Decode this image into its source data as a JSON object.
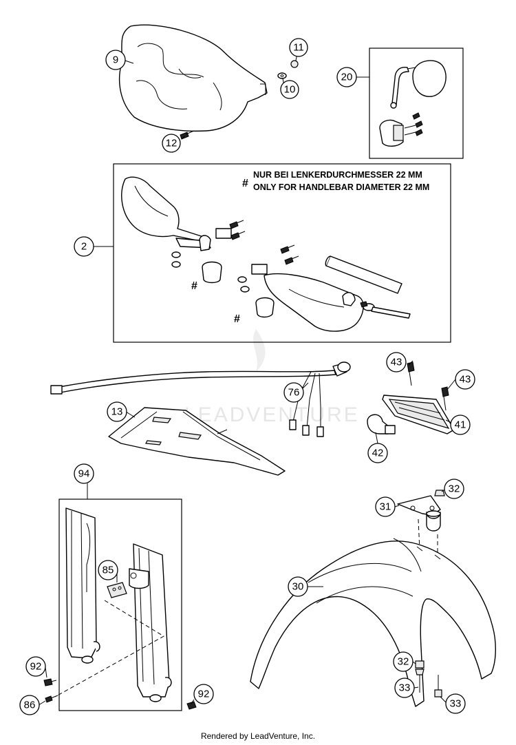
{
  "watermark": "LEADVENTURE",
  "note_marker": "#",
  "note_line_1": "NUR BEI LENKERDURCHMESSER 22 MM",
  "note_line_2": "ONLY FOR HANDLEBAR DIAMETER 22 MM",
  "footer": "Rendered by LeadVenture, Inc.",
  "callouts": {
    "c9": "9",
    "c11": "11",
    "c10": "10",
    "c12": "12",
    "c20": "20",
    "c2": "2",
    "c76": "76",
    "c43a": "43",
    "c43b": "43",
    "c41": "41",
    "c42": "42",
    "c13": "13",
    "c94": "94",
    "c85": "85",
    "c92a": "92",
    "c92b": "92",
    "c86": "86",
    "c31": "31",
    "c32a": "32",
    "c30": "30",
    "c32b": "32",
    "c33a": "33",
    "c33b": "33"
  }
}
